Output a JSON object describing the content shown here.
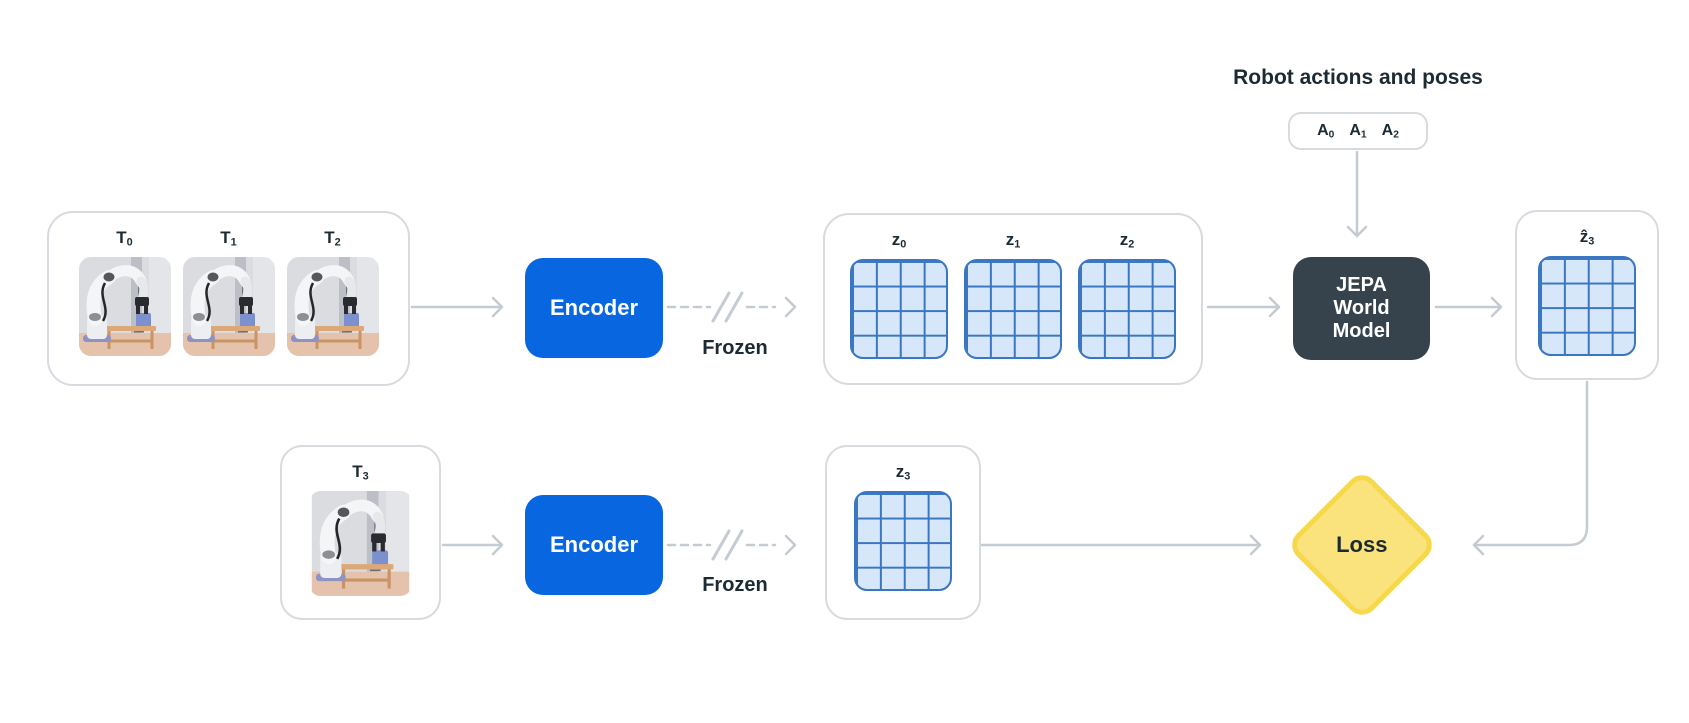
{
  "diagram": {
    "title_top": "Robot actions and poses",
    "actions_box": {
      "items": [
        {
          "base": "A",
          "sub": "0"
        },
        {
          "base": "A",
          "sub": "1"
        },
        {
          "base": "A",
          "sub": "2"
        }
      ]
    },
    "input_frames": {
      "labels": [
        {
          "base": "T",
          "sub": "0"
        },
        {
          "base": "T",
          "sub": "1"
        },
        {
          "base": "T",
          "sub": "2"
        }
      ]
    },
    "encoder_top": {
      "label": "Encoder"
    },
    "frozen_top": {
      "label": "Frozen"
    },
    "latents_top": {
      "labels": [
        {
          "base": "z",
          "sub": "0"
        },
        {
          "base": "z",
          "sub": "1"
        },
        {
          "base": "z",
          "sub": "2"
        }
      ]
    },
    "world_model": {
      "lines": [
        "JEPA",
        "World",
        "Model"
      ]
    },
    "prediction": {
      "label": {
        "base": "ẑ",
        "sub": "3"
      }
    },
    "target_frame": {
      "label": {
        "base": "T",
        "sub": "3"
      }
    },
    "encoder_bottom": {
      "label": "Encoder"
    },
    "frozen_bottom": {
      "label": "Frozen"
    },
    "latent_bottom": {
      "label": {
        "base": "z",
        "sub": "3"
      }
    },
    "loss": {
      "label": "Loss"
    }
  },
  "icons": {
    "frozen_slash": "//",
    "arrow_right": "→",
    "arrow_down": "↓",
    "arrow_left": "←"
  },
  "colors": {
    "background": "#FFFFFF",
    "encoder_blue": "#0866E0",
    "world_model_dark": "#36424C",
    "loss_fill": "#FAE37D",
    "loss_border": "#F6D94B",
    "grid_fill": "#D5E7F9",
    "grid_line": "#3A76C2",
    "arrow_gray": "#C5CBD2",
    "panel_border": "#D7DBDF",
    "text_dark": "#1C2B33"
  }
}
